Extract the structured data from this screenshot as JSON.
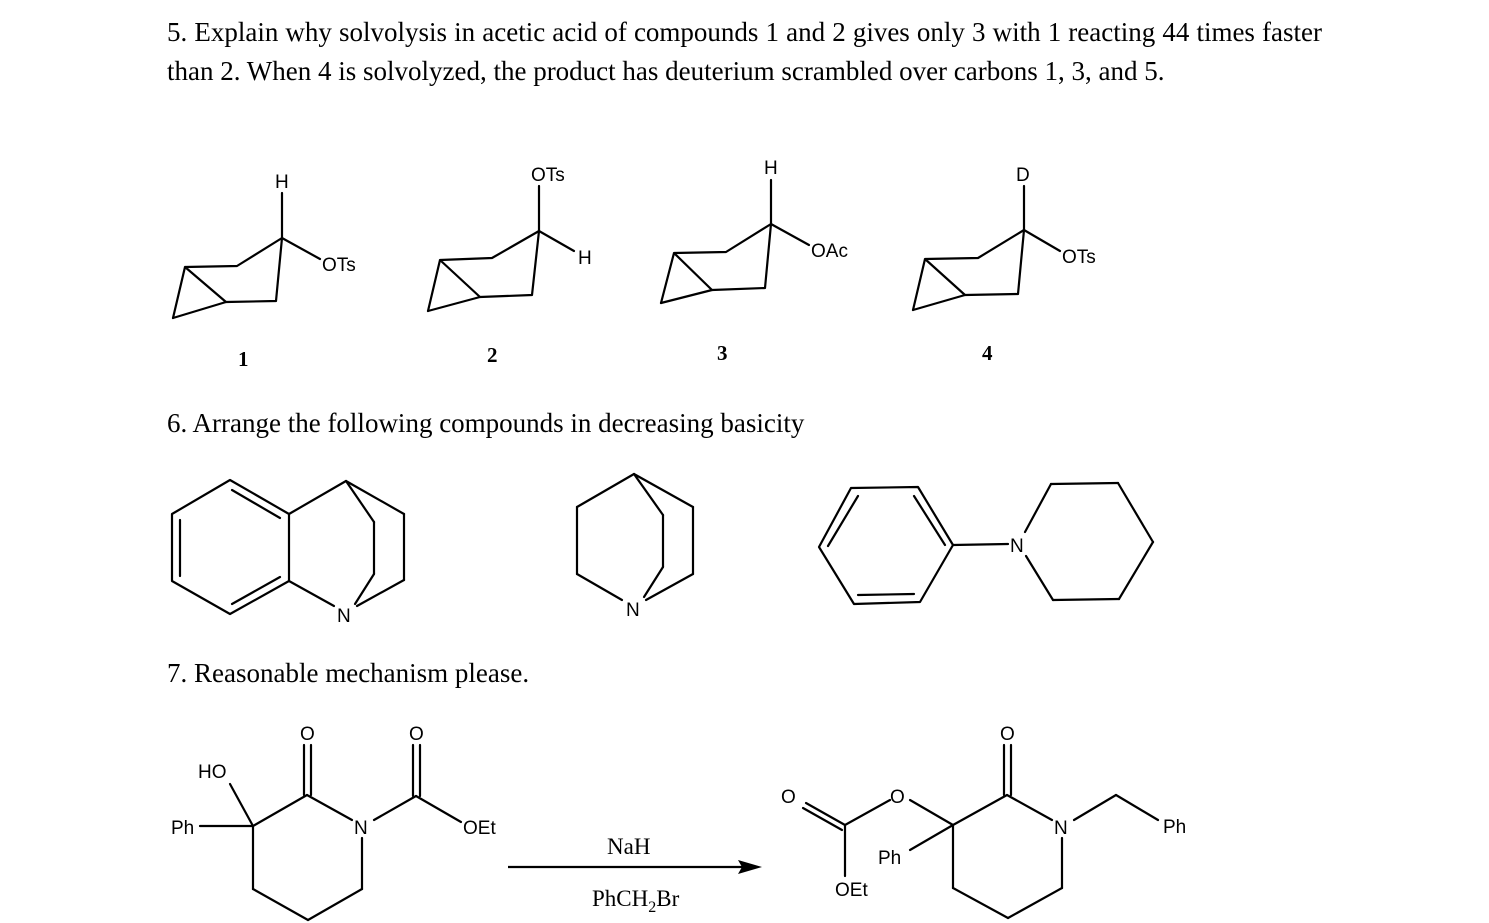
{
  "questions": {
    "q5": {
      "text": "5. Explain why solvolysis in acetic acid of compounds 1 and 2 gives only 3 with 1 reacting 44 times faster than 2. When 4 is solvolyzed, the product has deuterium scrambled over carbons 1, 3, and 5.",
      "compounds": [
        {
          "label": "1",
          "top_sub": "H",
          "side_sub": "OTs"
        },
        {
          "label": "2",
          "top_sub": "OTs",
          "side_sub": "H"
        },
        {
          "label": "3",
          "top_sub": "H",
          "side_sub": "OAc"
        },
        {
          "label": "4",
          "top_sub": "D",
          "side_sub": "OTs"
        }
      ]
    },
    "q6": {
      "text": "6. Arrange the following compounds in decreasing basicity",
      "compounds": [
        {
          "name": "benzo-quinuclidine",
          "atom": "N"
        },
        {
          "name": "quinuclidine",
          "atom": "N"
        },
        {
          "name": "N-phenylpiperidine",
          "atom": "N"
        }
      ]
    },
    "q7": {
      "text": "7. Reasonable mechanism please.",
      "reactant": {
        "labels": {
          "ho": "HO",
          "ph": "Ph",
          "n": "N",
          "o1": "O",
          "o2": "O",
          "oet": "OEt"
        }
      },
      "reagents": {
        "above": "NaH",
        "below_main": "PhCH",
        "below_sub": "2",
        "below_tail": "Br"
      },
      "product": {
        "labels": {
          "o_carbonate": "O",
          "o_ether": "O",
          "o_lactam": "O",
          "oet": "OEt",
          "ph_ring": "Ph",
          "n": "N",
          "ph_benzyl": "Ph"
        }
      }
    }
  }
}
